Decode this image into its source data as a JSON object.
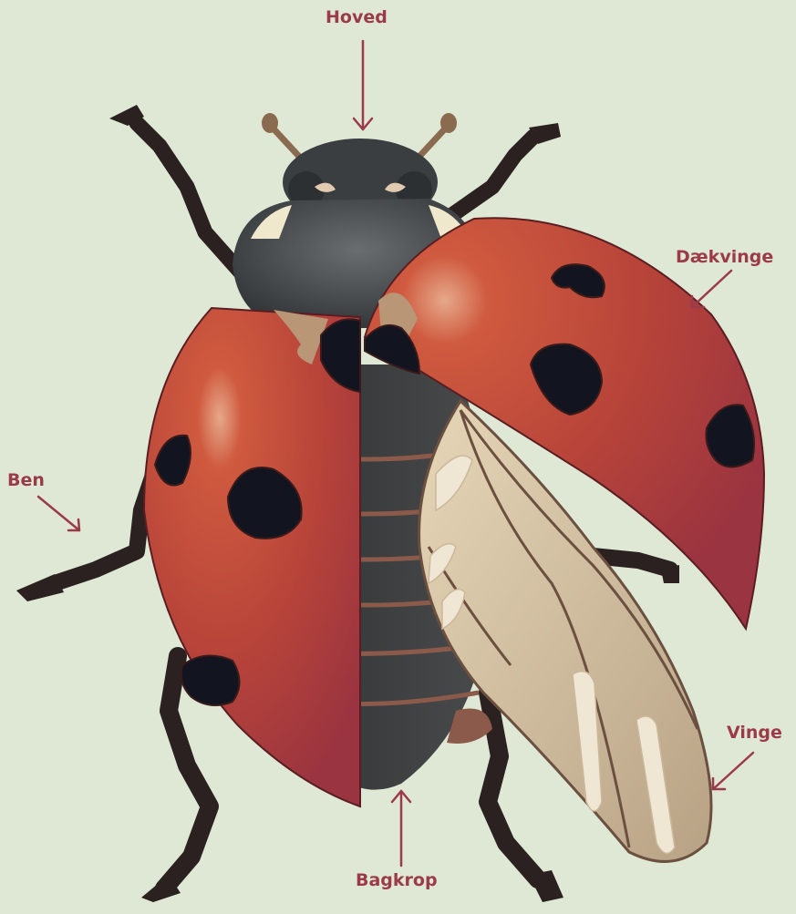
{
  "labels": {
    "head": "Hoved",
    "elytron": "Dækvinge",
    "leg": "Ben",
    "wing": "Vinge",
    "abdomen": "Bagkrop"
  },
  "colors": {
    "background": "#dfe8d5",
    "label_and_arrow": "#9b3a48",
    "elytron_red": "#b8443a",
    "spot": "#121420",
    "body_dark": "#3b3e40",
    "leg": "#2a2120",
    "wing_tan": "#d9c6a6",
    "antenna": "#8a6b4f"
  }
}
